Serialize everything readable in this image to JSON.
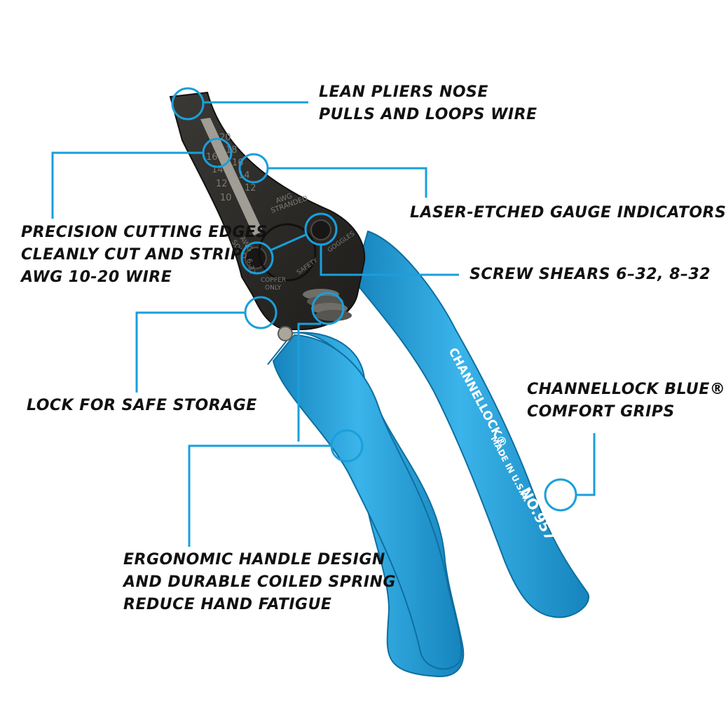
{
  "callouts": {
    "nose": {
      "lines": [
        "LEAN PLIERS NOSE",
        "PULLS AND LOOPS WIRE"
      ]
    },
    "precision": {
      "lines": [
        "PRECISION CUTTING EDGES",
        "CLEANLY CUT AND STRIP",
        "AWG 10-20 WIRE"
      ]
    },
    "gauge": {
      "lines": [
        "LASER-ETCHED GAUGE INDICATORS"
      ]
    },
    "screw": {
      "lines": [
        "SCREW SHEARS 6–32, 8–32"
      ]
    },
    "lock": {
      "lines": [
        "LOCK FOR SAFE STORAGE"
      ]
    },
    "grips": {
      "lines": [
        "CHANNELLOCK BLUE®",
        "COMFORT GRIPS"
      ]
    },
    "handle": {
      "lines": [
        "ERGONOMIC HANDLE DESIGN",
        "AND DURABLE COILED SPRING",
        "REDUCE HAND FATIGUE"
      ]
    }
  },
  "tool": {
    "gauge_numbers": [
      "20",
      "18",
      "16",
      "14",
      "12",
      "10",
      "16",
      "14",
      "12",
      "10"
    ],
    "etch_awg_solid": [
      "AWG",
      "SOLID"
    ],
    "etch_awg_stranded": [
      "AWG",
      "STRANDED"
    ],
    "etch_screw_6": "6-32",
    "etch_copper": [
      "COPPER",
      "ONLY"
    ],
    "etch_safety": [
      "SAFETY",
      "GOGGLES"
    ],
    "brand": "CHANNELLOCK®",
    "made_in": "MADE IN U.S.A.",
    "model": "NO.957"
  },
  "colors": {
    "accent": "#1a9fdb",
    "grip_blue": "#2aa3dc",
    "grip_dark": "#1684bd",
    "steel": "#2b2a27",
    "text": "#111111"
  }
}
